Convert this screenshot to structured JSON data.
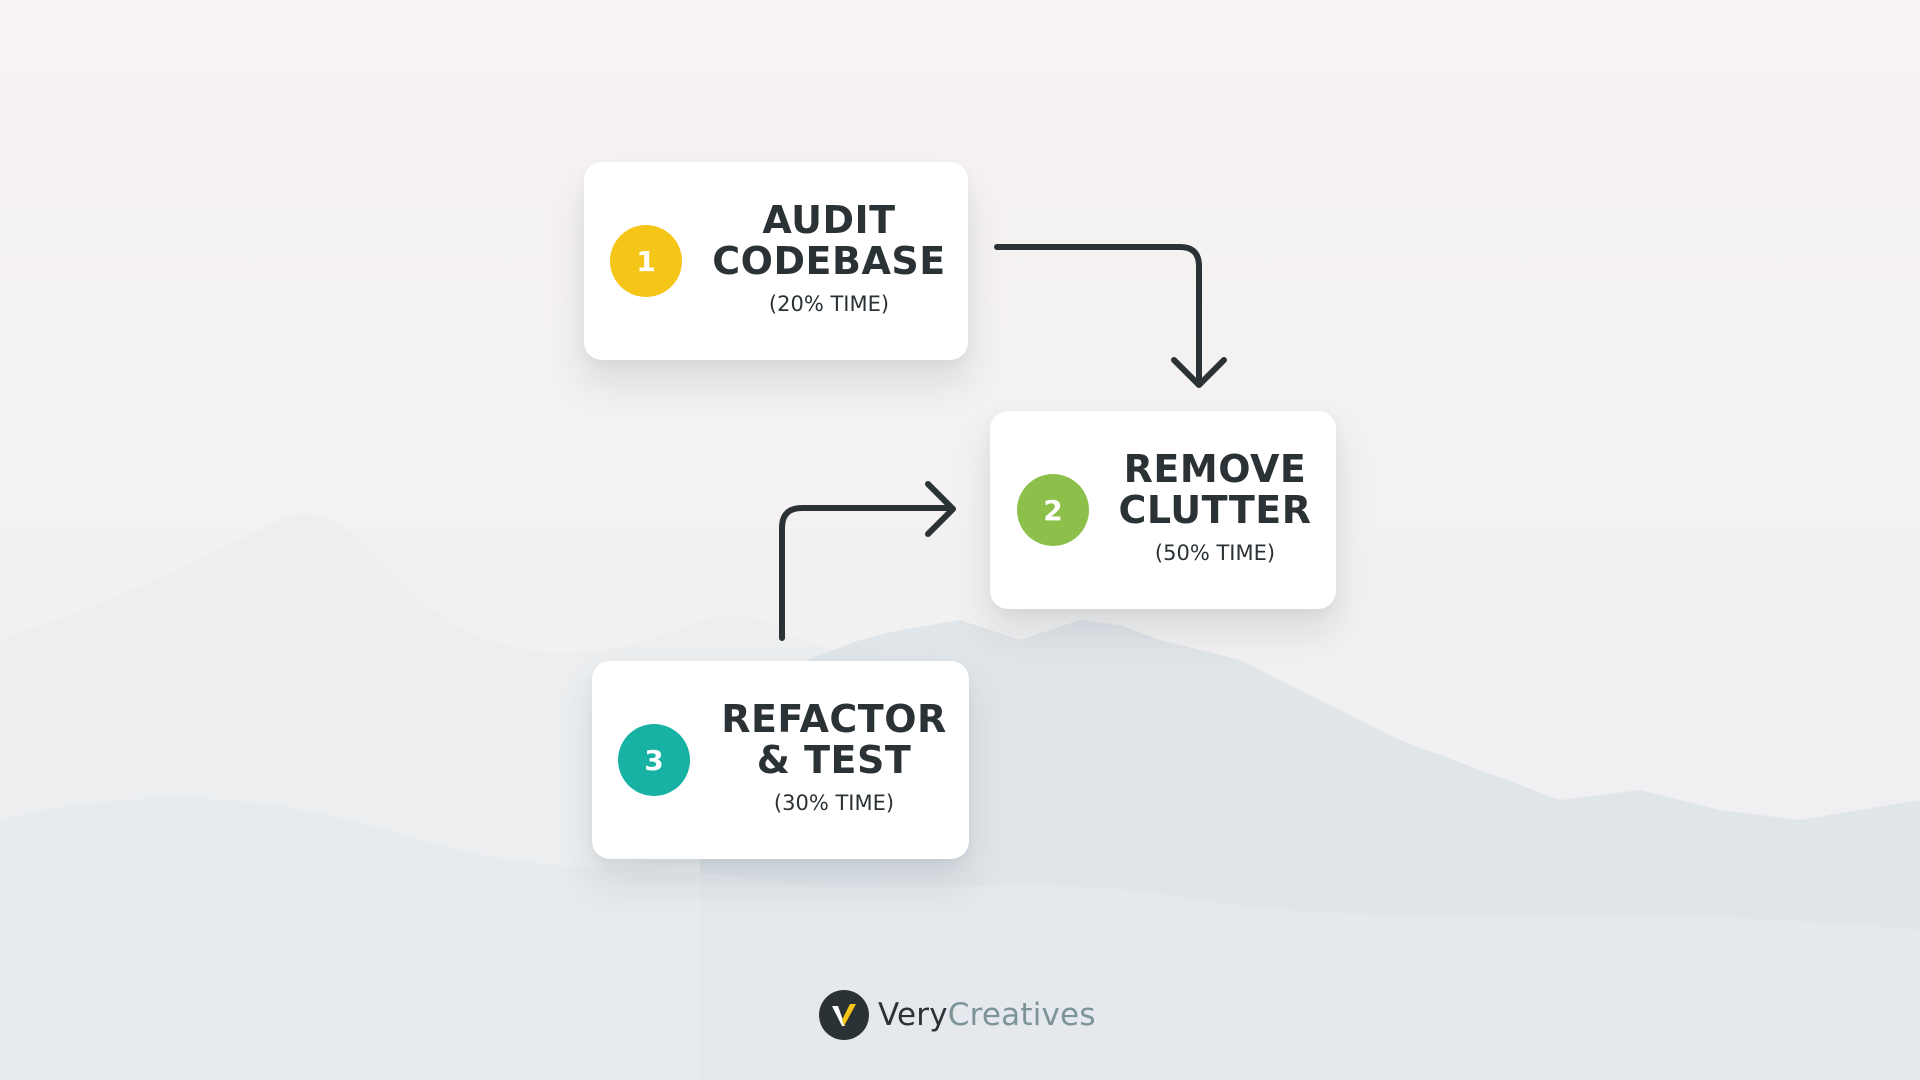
{
  "steps": [
    {
      "number": "1",
      "title_line1": "AUDIT",
      "title_line2": "CODEBASE",
      "time": "(20% TIME)",
      "badge_color": "#f5c518"
    },
    {
      "number": "2",
      "title_line1": "REMOVE",
      "title_line2": "CLUTTER",
      "time": "(50% TIME)",
      "badge_color": "#8cc04a"
    },
    {
      "number": "3",
      "title_line1": "REFACTOR",
      "title_line2": "& TEST",
      "time": "(30% TIME)",
      "badge_color": "#17b2a4"
    }
  ],
  "logo": {
    "word1": "Very",
    "word2": "Creatives",
    "icon": "very-creatives-logo-icon"
  },
  "colors": {
    "text": "#2b3236",
    "arrow": "#2b3236",
    "logo_accent": "#7d9497",
    "logo_v": "#f5c518"
  }
}
